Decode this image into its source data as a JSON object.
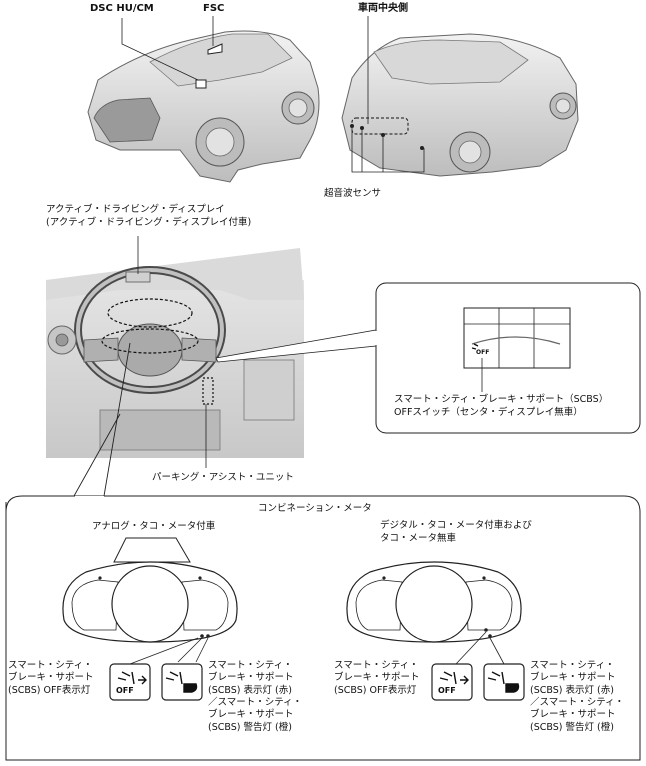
{
  "top": {
    "dsc_label": "DSC HU/CM",
    "fsc_label": "FSC",
    "rear_label": "車両中央側",
    "ultrasonic_label": "超音波センサ"
  },
  "dash": {
    "add_label_1": "アクティブ・ドライビング・ディスプレイ",
    "add_label_2": "(アクティブ・ドライビング・ディスプレイ付車)",
    "parking_label": "パーキング・アシスト・ユニット",
    "switch_caption_1": "スマート・シティ・ブレーキ・サポート（SCBS）",
    "switch_caption_2": "OFFスイッチ（センタ・ディスプレイ無車）",
    "switch_text": "OFF"
  },
  "meter": {
    "title": "コンビネーション・メータ",
    "analog_title": "アナログ・タコ・メータ付車",
    "digital_title_1": "デジタル・タコ・メータ付車および",
    "digital_title_2": "タコ・メータ無車",
    "off_lamp_label": "スマート・シティ・\nブレーキ・サポート\n(SCBS) OFF表示灯",
    "indicator_label": "スマート・シティ・\nブレーキ・サポート\n(SCBS) 表示灯 (赤)\n／スマート・シティ・\nブレーキ・サポート\n(SCBS) 警告灯 (橙)",
    "off_icon_text": "OFF"
  }
}
